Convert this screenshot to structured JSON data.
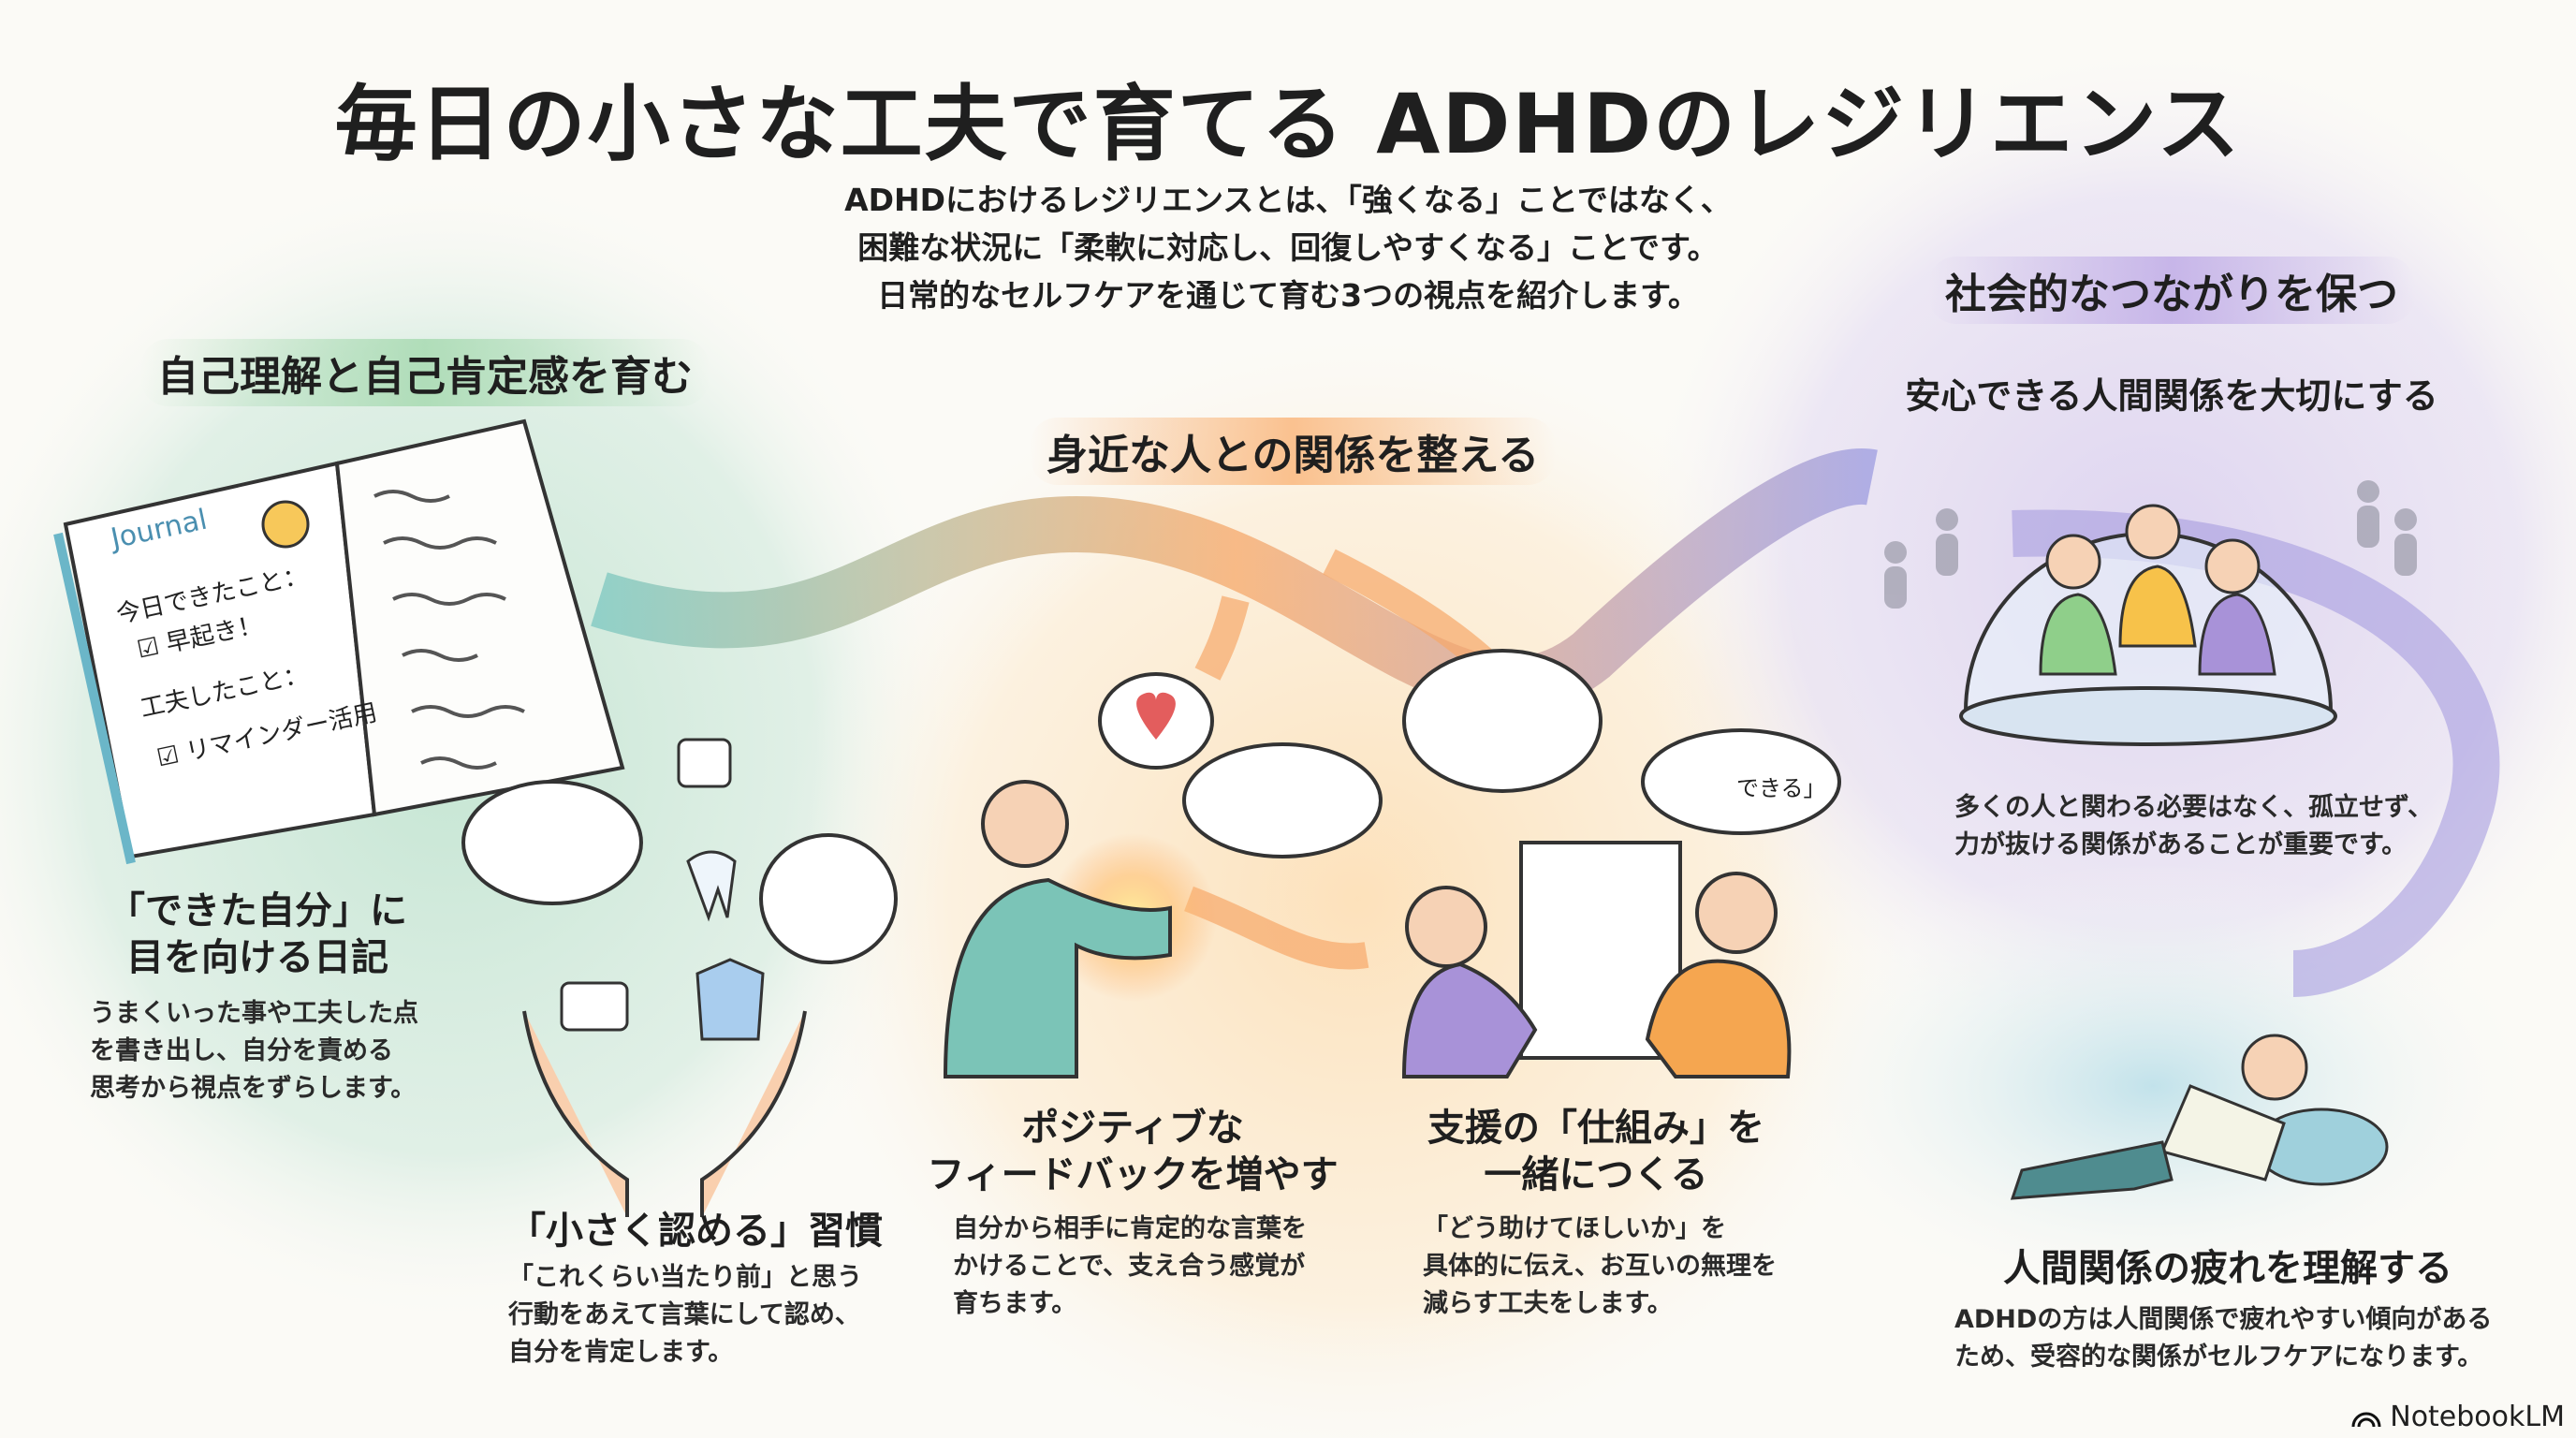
{
  "title": "毎日の小さな工夫で育てる ADHDのレジリエンス",
  "intro": [
    "ADHDにおけるレジリエンスとは、「強くなる」ことではなく、",
    "困難な状況に「柔軟に対応し、回復しやすくなる」ことです。",
    "日常的なセルフケアを通じて育む3つの視点を紹介します。"
  ],
  "sections": [
    {
      "heading": "自己理解と自己肯定感を育む",
      "color": "#a0d7aa",
      "journal": {
        "title": "Journal",
        "line1": "今日できたこと：",
        "check1": "早起き！",
        "line2": "工夫したこと：",
        "check2": "リマインダー活用"
      },
      "items": [
        {
          "title": [
            "「できた自分」に",
            "目を向ける日記"
          ],
          "desc": [
            "うまくいった事や工夫した点",
            "を書き出し、自分を責める",
            "思考から視点をずらします。"
          ]
        },
        {
          "title": [
            "「小さく認める」習慣"
          ],
          "desc": [
            "「これくらい当たり前」と思う",
            "行動をあえて言葉にして認め、",
            "自分を肯定します。"
          ]
        }
      ]
    },
    {
      "heading": "身近な人との関係を整える",
      "color": "#f7b47c",
      "bubble_text": "できる」",
      "items": [
        {
          "title": [
            "ポジティブな",
            "フィードバックを増やす"
          ],
          "desc": [
            "自分から相手に肯定的な言葉を",
            "かけることで、支え合う感覚が",
            "育ちます。"
          ]
        },
        {
          "title": [
            "支援の「仕組み」を",
            "一緒につくる"
          ],
          "desc": [
            "「どう助けてほしいか」を",
            "具体的に伝え、お互いの無理を",
            "減らす工夫をします。"
          ]
        }
      ]
    },
    {
      "heading": "社会的なつながりを保つ",
      "color": "#bfaae6",
      "subheading": "安心できる人間関係を大切にする",
      "items": [
        {
          "desc": [
            "多くの人と関わる必要はなく、孤立せず、",
            "力が抜ける関係があることが重要です。"
          ]
        },
        {
          "title": [
            "人間関係の疲れを理解する"
          ],
          "desc": [
            "ADHDの方は人間関係で疲れやすい傾向がある",
            "ため、受容的な関係がセルフケアになります。"
          ]
        }
      ]
    }
  ],
  "branding": "NotebookLM"
}
